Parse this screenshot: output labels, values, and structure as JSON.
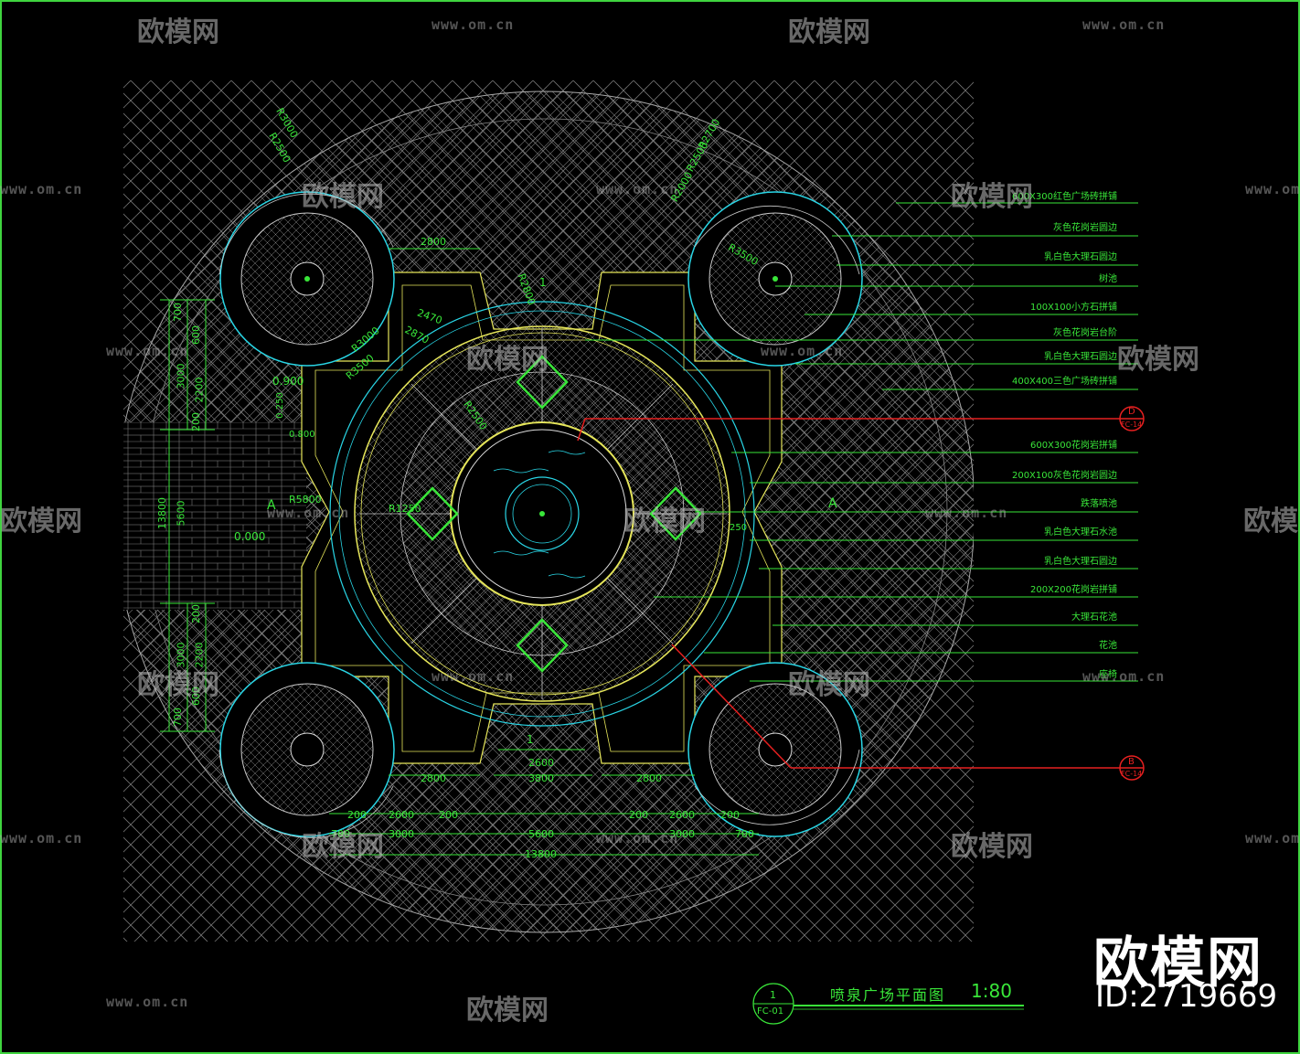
{
  "drawing": {
    "title": "喷泉广场平面图",
    "scale": "1:80",
    "sheet_ref_top": "1",
    "sheet_ref_bottom": "FC-01"
  },
  "callouts": [
    {
      "label": "D",
      "sheet": "FC-14"
    },
    {
      "label": "B",
      "sheet": "FC-14"
    }
  ],
  "section_markers": [
    {
      "label": "A"
    },
    {
      "label": "A"
    },
    {
      "label": "1"
    },
    {
      "label": "1"
    }
  ],
  "material_labels": [
    "600X300红色广场砖拼铺",
    "灰色花岗岩圆边",
    "乳白色大理石圆边",
    "树池",
    "100X100小方石拼铺",
    "灰色花岗岩台阶",
    "乳白色大理石圆边",
    "400X400三色广场砖拼铺",
    "600X300花岗岩拼铺",
    "200X100灰色花岗岩圆边",
    "跌落喷池",
    "乳白色大理石水池",
    "乳白色大理石圆边",
    "200X200花岗岩拼铺",
    "大理石花池",
    "花池",
    "座椅"
  ],
  "dimensions": {
    "bottom_row1": [
      "2800",
      "3800",
      "2800"
    ],
    "bottom_2600": "2600",
    "bottom_row2": [
      "200",
      "2600",
      "200",
      "200",
      "2600",
      "200"
    ],
    "bottom_row3": [
      "700",
      "3000",
      "5600",
      "3000",
      "700"
    ],
    "bottom_total": "13800",
    "top_2800": "2800",
    "left_upper": [
      "700",
      "600",
      "3000",
      "2200",
      "200"
    ],
    "left_lower": [
      "200",
      "3000",
      "2200",
      "600",
      "700"
    ],
    "left_total": "13800",
    "left_mid": "5600",
    "elev_1": "0.900",
    "elev_2": "0.000",
    "other": [
      "0.250",
      "0.800",
      "2470",
      "2870",
      "250"
    ]
  },
  "radii": [
    "R3000",
    "R2500",
    "R2700",
    "R2500",
    "R2000",
    "R3500",
    "R3000",
    "R3500",
    "R2500",
    "R2800",
    "R5800",
    "R1250"
  ],
  "watermark": {
    "brand": "欧模网",
    "url": "www.om.cn",
    "id": "ID:2719669"
  },
  "colors": {
    "line": "#39e639",
    "cyan": "#29d6e6",
    "yellow": "#e6e65a",
    "red": "#e62020",
    "hatch": "#8a8a8a"
  }
}
